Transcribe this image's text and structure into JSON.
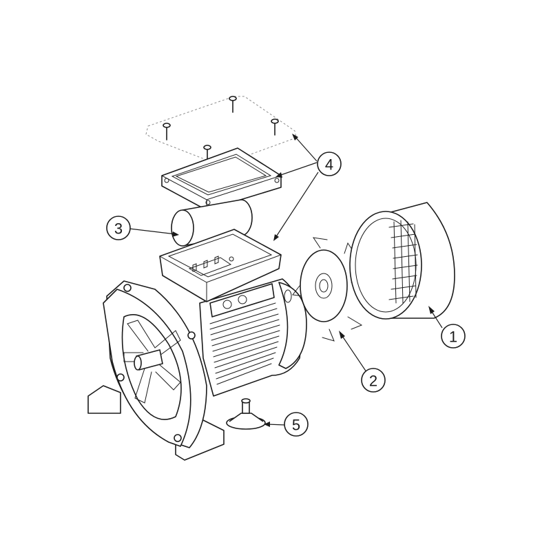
{
  "callouts": [
    {
      "id": "1",
      "label": "1"
    },
    {
      "id": "2",
      "label": "2"
    },
    {
      "id": "3",
      "label": "3"
    },
    {
      "id": "4",
      "label": "4"
    },
    {
      "id": "5",
      "label": "5"
    }
  ],
  "colors": {
    "line": "#1a1a1a",
    "background": "#ffffff",
    "dashed_outline": "#8a8a8a"
  }
}
